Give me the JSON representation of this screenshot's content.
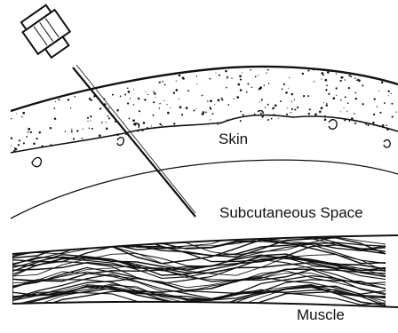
{
  "labels": {
    "skin": "Skin",
    "subcutaneous": "Subcutaneous Space",
    "muscle": "Muscle"
  },
  "colors": {
    "ink": "#111111",
    "background": "#ffffff"
  }
}
